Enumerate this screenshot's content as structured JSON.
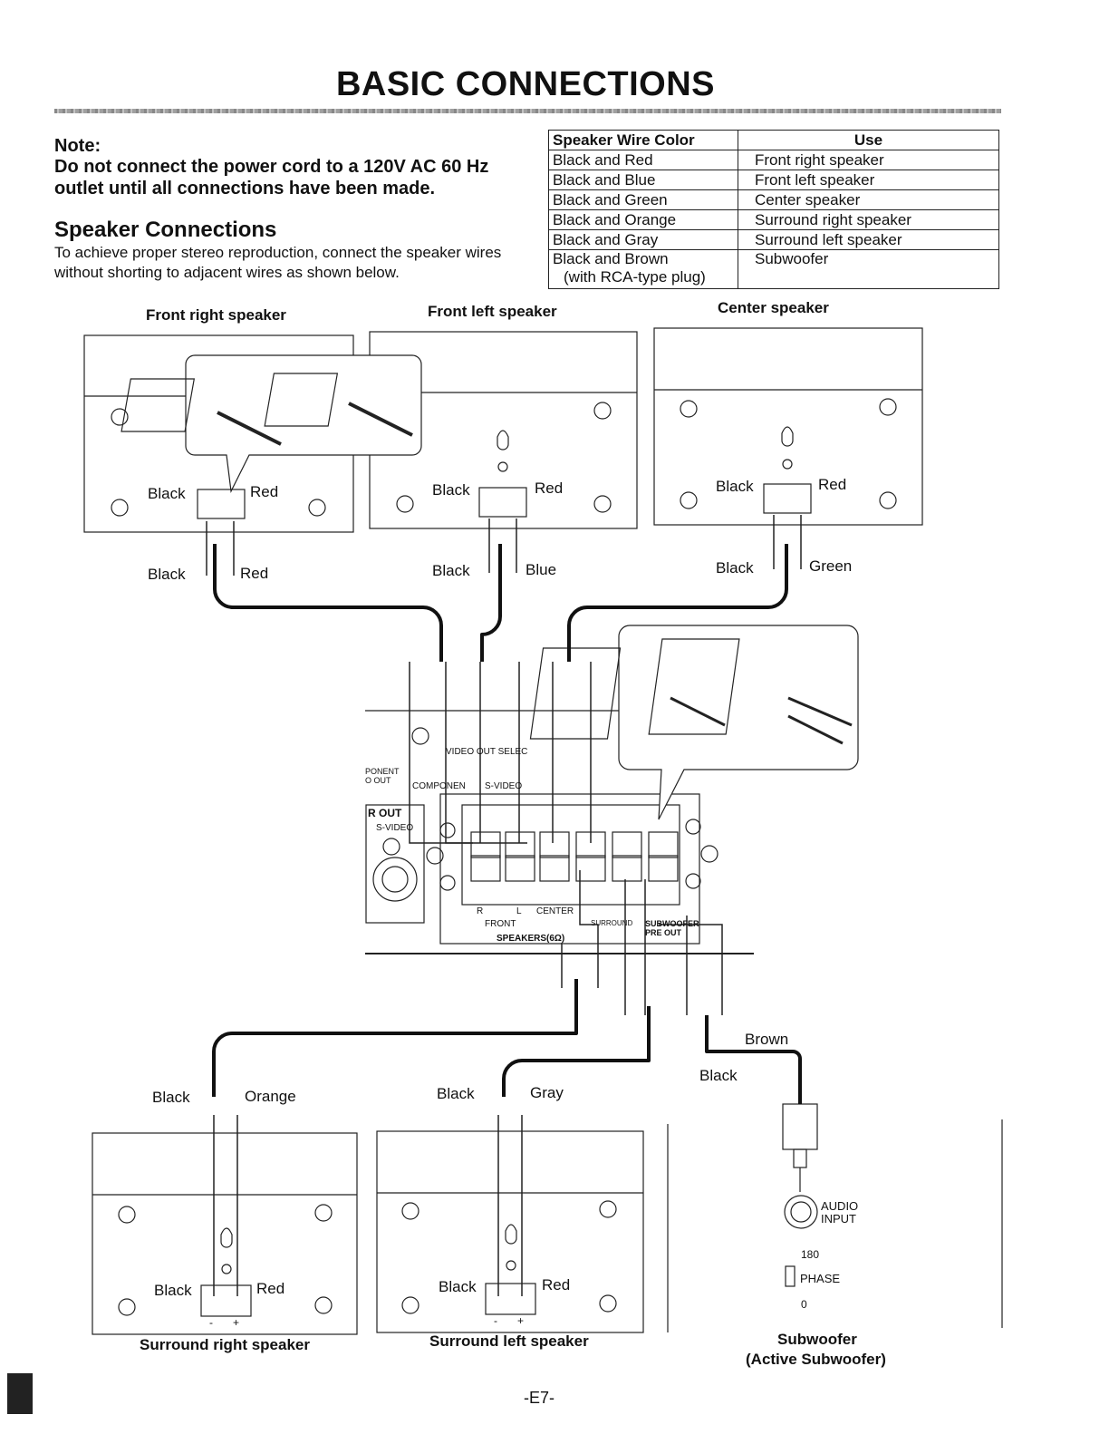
{
  "title": "BASIC CONNECTIONS",
  "note": {
    "label": "Note:",
    "text": "Do not connect the power cord to a 120V AC 60 Hz outlet until all connections have been made."
  },
  "section": {
    "title": "Speaker Connections",
    "text": "To achieve proper stereo reproduction, connect the speaker wires without shorting to adjacent wires as shown below."
  },
  "wire_table": {
    "headers": [
      "Speaker Wire Color",
      "Use"
    ],
    "rows": [
      [
        "Black and Red",
        "Front right speaker"
      ],
      [
        "Black and Blue",
        "Front left speaker"
      ],
      [
        "Black and Green",
        "Center speaker"
      ],
      [
        "Black and Orange",
        "Surround right speaker"
      ],
      [
        "Black and Gray",
        "Surround left speaker"
      ],
      [
        "Black and Brown",
        "Subwoofer"
      ]
    ],
    "last_row_note": "(with RCA-type plug)"
  },
  "speakers": {
    "front_right": "Front right speaker",
    "front_left": "Front left speaker",
    "center": "Center speaker",
    "surround_right": "Surround right speaker",
    "surround_left": "Surround left speaker",
    "subwoofer": "Subwoofer",
    "subwoofer_sub": "(Active Subwoofer)"
  },
  "wire_labels": {
    "black": "Black",
    "red": "Red",
    "blue": "Blue",
    "green": "Green",
    "orange": "Orange",
    "gray": "Gray",
    "brown": "Brown"
  },
  "terminal_marks": {
    "minus": "-",
    "plus": "+"
  },
  "receiver_labels": {
    "video_out_select": "VIDEO OUT SELEC",
    "component_out": "PONENT\nO OUT",
    "component": "COMPONEN",
    "s_video_dec": "S-VIDEO",
    "r_out": "R  OUT",
    "s_video": "S-VIDEO",
    "r": "R",
    "l": "L",
    "center": "CENTER",
    "front": "FRONT",
    "surround": "SURROUND",
    "subwoofer_pre_out": "SUBWOOFER PRE OUT",
    "speakers": "SPEAKERS(6Ω)"
  },
  "subwoofer_panel": {
    "audio_input": "AUDIO INPUT",
    "phase": "PHASE",
    "phase_180": "180",
    "phase_0": "0"
  },
  "page_number": "-E7-"
}
